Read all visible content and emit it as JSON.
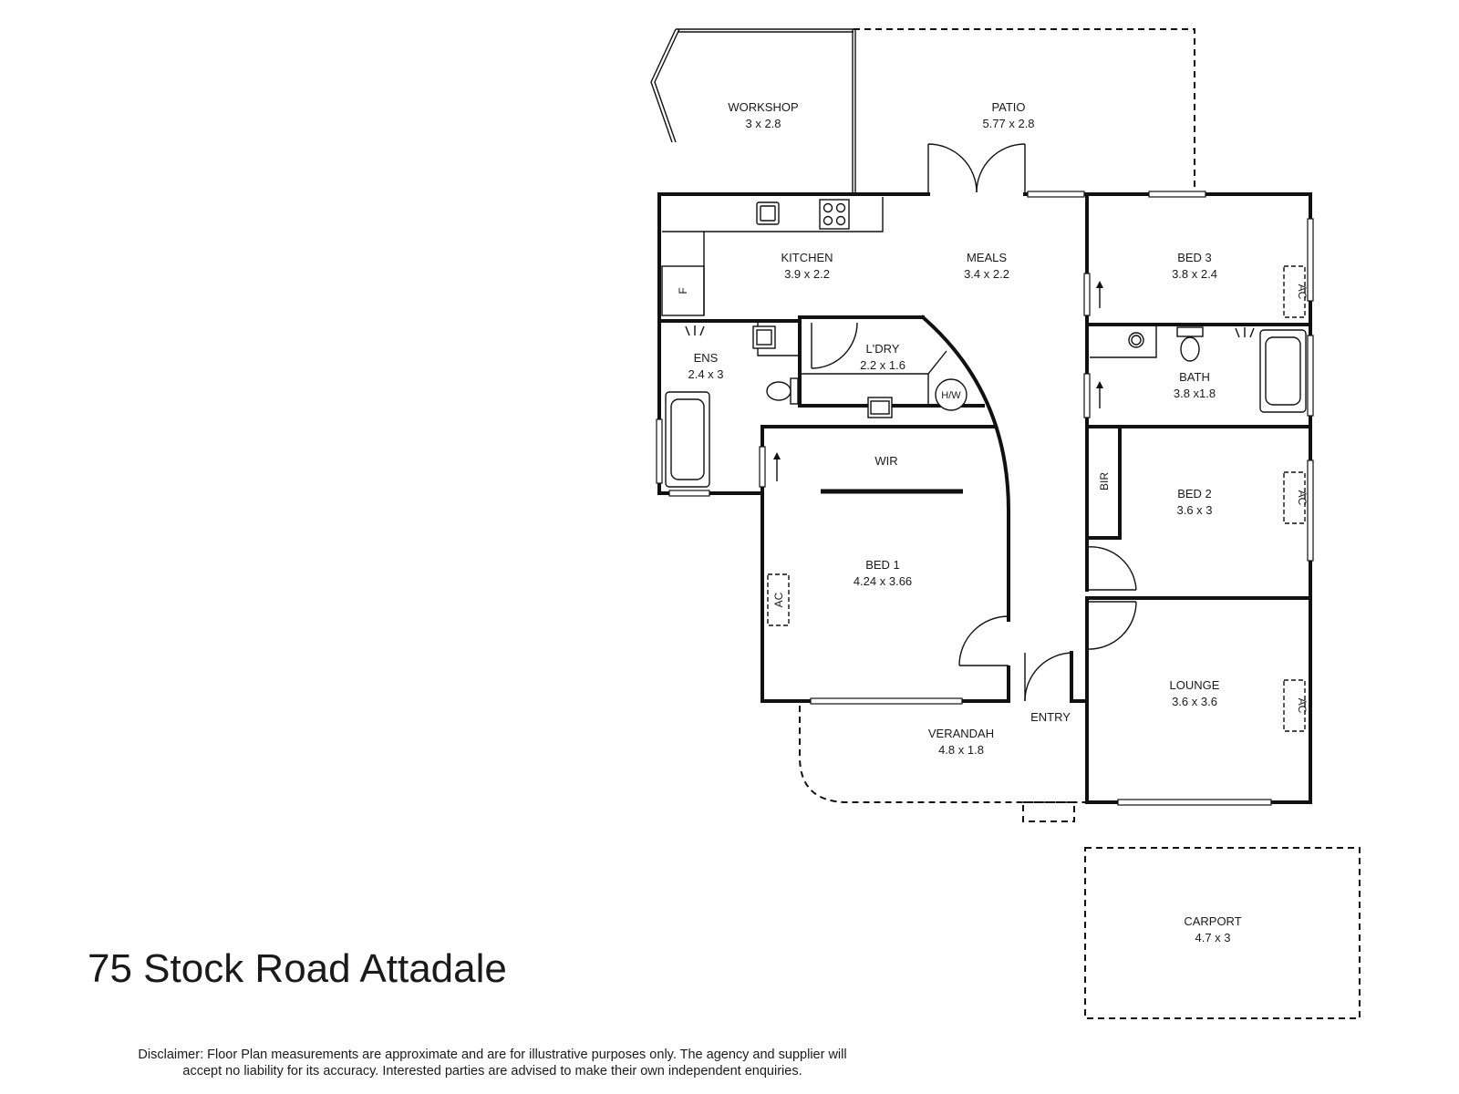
{
  "address": "75 Stock Road Attadale",
  "disclaimer": {
    "line1": "Disclaimer: Floor Plan measurements are approximate and are for illustrative purposes only. The agency and supplier will",
    "line2": "accept no liability for its accuracy. Interested parties are advised to make their own independent enquiries."
  },
  "rooms": {
    "workshop": {
      "name": "WORKSHOP",
      "dims": "3 x 2.8"
    },
    "patio": {
      "name": "PATIO",
      "dims": "5.77 x 2.8"
    },
    "kitchen": {
      "name": "KITCHEN",
      "dims": "3.9 x 2.2"
    },
    "meals": {
      "name": "MEALS",
      "dims": "3.4 x 2.2"
    },
    "bed3": {
      "name": "BED 3",
      "dims": "3.8 x 2.4"
    },
    "ens": {
      "name": "ENS",
      "dims": "2.4 x 3"
    },
    "ldry": {
      "name": "L'DRY",
      "dims": "2.2 x 1.6"
    },
    "bath": {
      "name": "BATH",
      "dims": "3.8 x1.8"
    },
    "wir": {
      "name": "WIR"
    },
    "bed2": {
      "name": "BED 2",
      "dims": "3.6 x 3"
    },
    "bed1": {
      "name": "BED 1",
      "dims": "4.24 x 3.66"
    },
    "lounge": {
      "name": "LOUNGE",
      "dims": "3.6 x 3.6"
    },
    "entry": {
      "name": "ENTRY"
    },
    "verandah": {
      "name": "VERANDAH",
      "dims": "4.8 x 1.8"
    },
    "carport": {
      "name": "CARPORT",
      "dims": "4.7 x 3"
    }
  },
  "labels": {
    "fridge": "F",
    "hot_water": "H/W",
    "bir": "BIR",
    "ac": "AC"
  }
}
